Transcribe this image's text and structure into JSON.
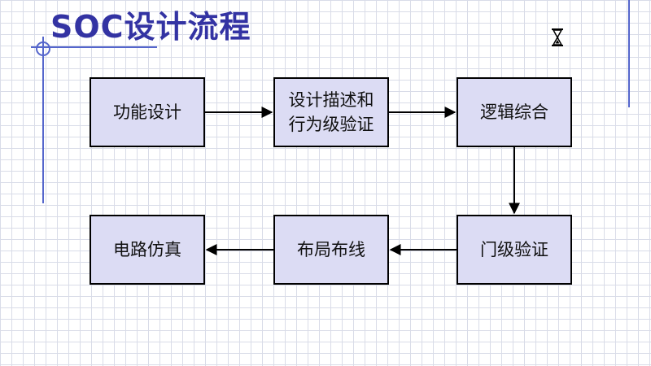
{
  "title": "SOC设计流程",
  "accent_color": "#3333a3",
  "box_fill": "#dcdcf4",
  "icons": [
    "hourglass-icon"
  ],
  "steps": [
    {
      "label": "功能设计"
    },
    {
      "label": "设计描述和行为级验证"
    },
    {
      "label": "逻辑综合"
    },
    {
      "label": "门级验证"
    },
    {
      "label": "布局布线"
    },
    {
      "label": "电路仿真"
    }
  ]
}
